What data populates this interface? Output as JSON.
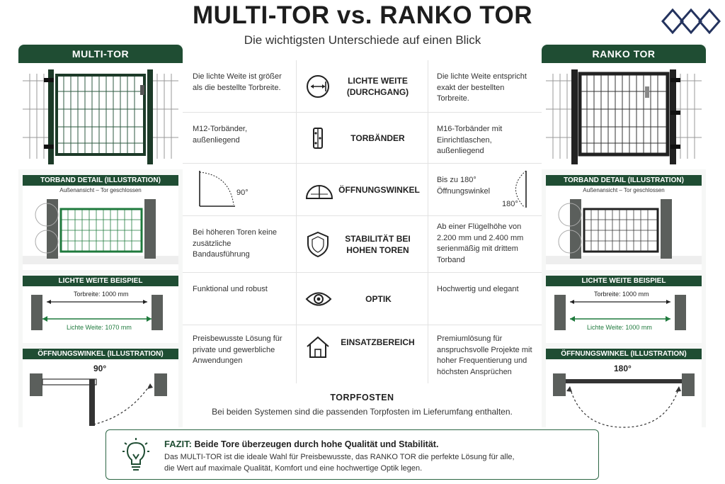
{
  "header": {
    "title": "MULTI-TOR vs. RANKO TOR",
    "subtitle": "Die wichtigsten Unterschiede auf einen Blick"
  },
  "colors": {
    "brand_green": "#1f4d33",
    "accent_green": "#1f7a3d",
    "logo_blue": "#24335e"
  },
  "left": {
    "title": "MULTI-TOR",
    "torband_detail": "TORBAND DETAIL (ILLUSTRATION)",
    "torband_sub": "Außenansicht – Tor geschlossen",
    "lichte_weite": "LICHTE WEITE BEISPIEL",
    "torbreite": "Torbreite: 1000 mm",
    "lichte_weite_value": "Lichte Weite: 1070 mm",
    "oeffnungswinkel": "ÖFFNUNGSWINKEL (ILLUSTRATION)",
    "angle": "90°"
  },
  "right": {
    "title": "RANKO TOR",
    "torband_detail": "TORBAND DETAIL (ILLUSTRATION)",
    "torband_sub": "Außenansicht – Tor geschlossen",
    "lichte_weite": "LICHTE WEITE BEISPIEL",
    "torbreite": "Torbreite: 1000 mm",
    "lichte_weite_value": "Lichte Weite: 1000 mm",
    "oeffnungswinkel": "ÖFFNUNGSWINKEL (ILLUSTRATION)",
    "angle": "180°"
  },
  "rows": [
    {
      "icon": "width-arrows-icon",
      "label": "LICHTE WEITE (DURCHGANG)",
      "left": "Die lichte Weite ist größer als die bestellte Torbreite.",
      "right": "Die lichte Weite entspricht exakt der bestellten Torbreite."
    },
    {
      "icon": "hinge-icon",
      "label": "TORBÄNDER",
      "left": "M12-Torbänder, außenliegend",
      "right": "M16-Torbänder mit Einrichtlaschen, außenliegend"
    },
    {
      "icon": "protractor-icon",
      "label": "ÖFFNUNGSWINKEL",
      "left": "",
      "right": "Bis zu 180° Öffnungswinkel",
      "left_angle": "90°",
      "right_angle": "180°"
    },
    {
      "icon": "shield-icon",
      "label": "STABILITÄT BEI HOHEN TOREN",
      "left": "Bei höheren Toren keine zusätzliche Bandausführung",
      "right": "Ab einer Flügelhöhe von 2.200 mm und 2.400 mm serienmäßig mit drittem Torband"
    },
    {
      "icon": "eye-icon",
      "label": "OPTIK",
      "left": "Funktional und robust",
      "right": "Hochwertig und elegant"
    },
    {
      "icon": "house-icon",
      "label": "EINSATZBEREICH",
      "left": "Preisbewusste Lösung für private und gewerbliche Anwendungen",
      "right": "Premiumlösung für anspruchsvolle Projekte mit hoher Frequentierung und höchsten Ansprüchen"
    }
  ],
  "torpfosten": {
    "title": "TORPFOSTEN",
    "text": "Bei beiden Systemen sind die passenden Torpfosten im Lieferumfang enthalten."
  },
  "fazit": {
    "key": "FAZIT:",
    "headline": "Beide Tore überzeugen durch hohe Qualität und Stabilität.",
    "line_a": "Das MULTI-TOR ist die ideale Wahl für Preisbewusste, das RANKO TOR die perfekte Lösung für alle,",
    "line_b": "die Wert auf maximale Qualität, Komfort und eine hochwertige Optik legen."
  }
}
